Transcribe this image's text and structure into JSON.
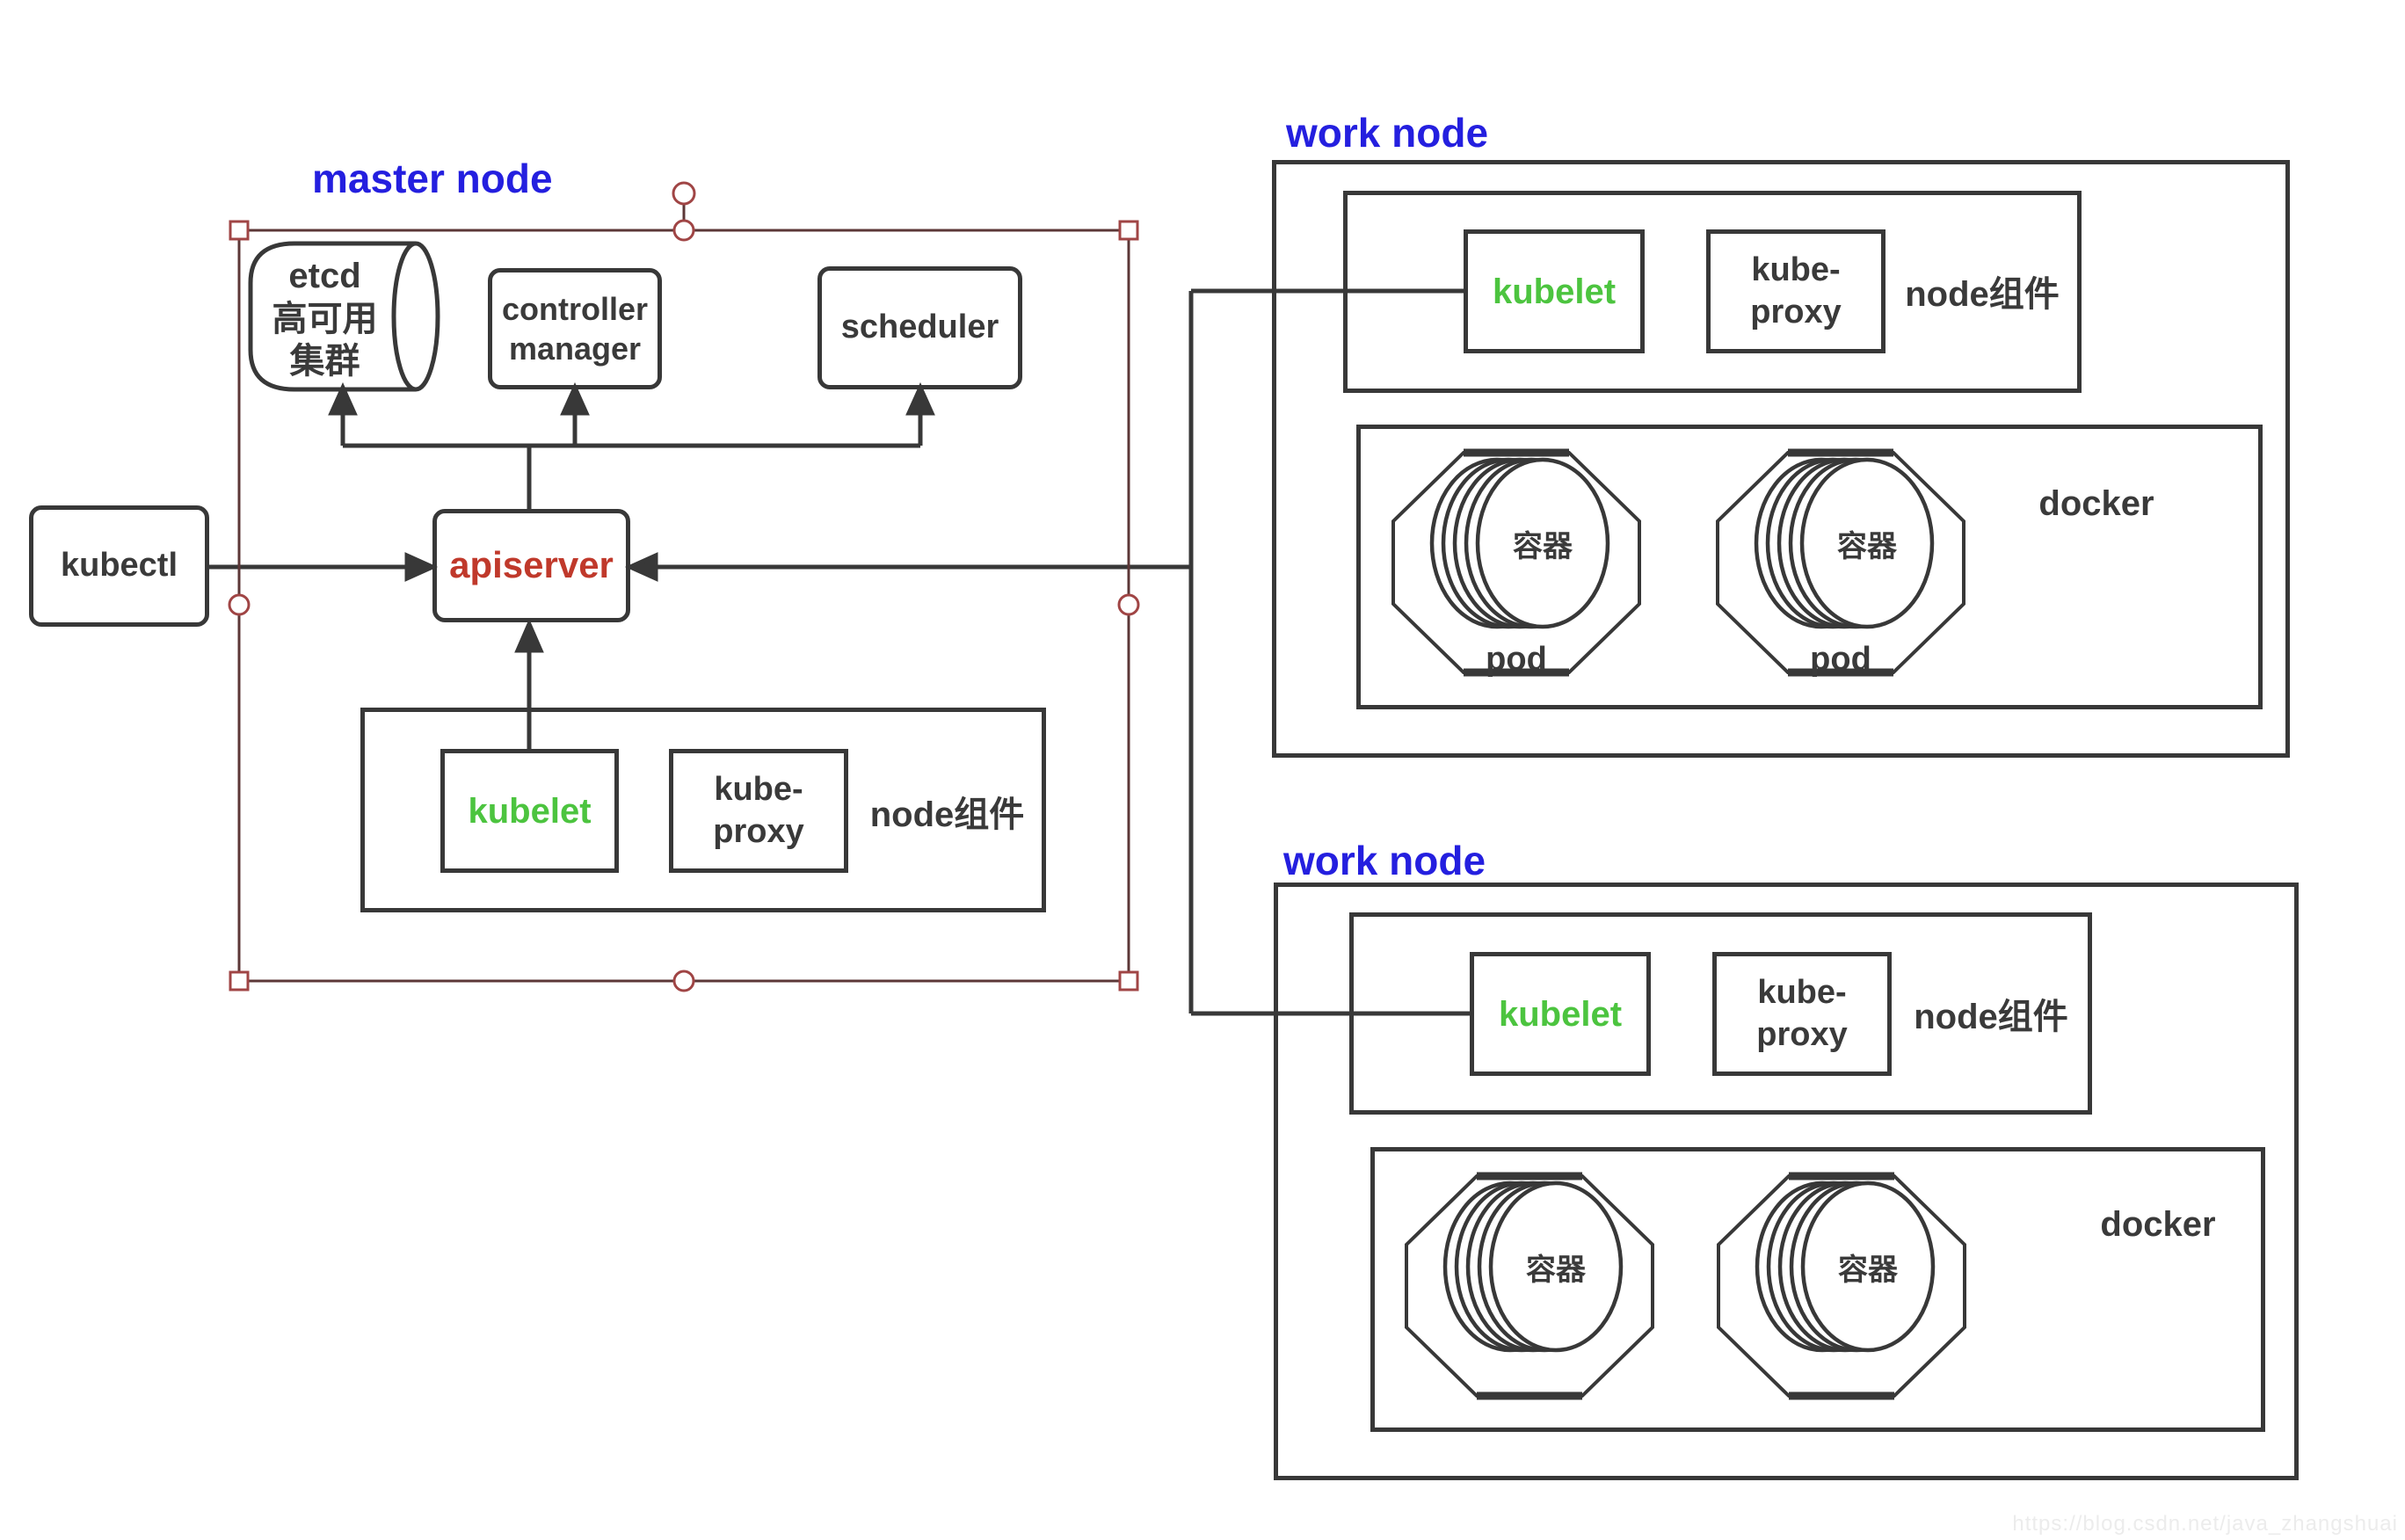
{
  "colors": {
    "accent_blue": "#241fdf",
    "accent_red": "#c0392b",
    "accent_green": "#4cc43f",
    "line_dark": "#383838",
    "selection_border": "#5c3737",
    "watermark_gray": "#ececec"
  },
  "master": {
    "label": "master node",
    "etcd": {
      "line1": "etcd",
      "line2": "高可用",
      "line3": "集群"
    },
    "controller_manager": {
      "line1": "controller",
      "line2": "manager"
    },
    "scheduler": "scheduler",
    "apiserver": "apiserver",
    "kubectl": "kubectl",
    "node_components": {
      "kubelet": "kubelet",
      "kube_proxy_line1": "kube-",
      "kube_proxy_line2": "proxy",
      "label": "node组件"
    }
  },
  "work_node_top": {
    "label": "work node",
    "node_components": {
      "kubelet": "kubelet",
      "kube_proxy_line1": "kube-",
      "kube_proxy_line2": "proxy",
      "label": "node组件"
    },
    "docker": {
      "label": "docker",
      "pods": [
        {
          "container": "容器",
          "pod": "pod"
        },
        {
          "container": "容器",
          "pod": "pod"
        }
      ]
    }
  },
  "work_node_bottom": {
    "label": "work node",
    "node_components": {
      "kubelet": "kubelet",
      "kube_proxy_line1": "kube-",
      "kube_proxy_line2": "proxy",
      "label": "node组件"
    },
    "docker": {
      "label": "docker",
      "pods": [
        {
          "container": "容器"
        },
        {
          "container": "容器"
        }
      ]
    }
  },
  "watermark": "https://blog.csdn.net/java_zhangshuai"
}
